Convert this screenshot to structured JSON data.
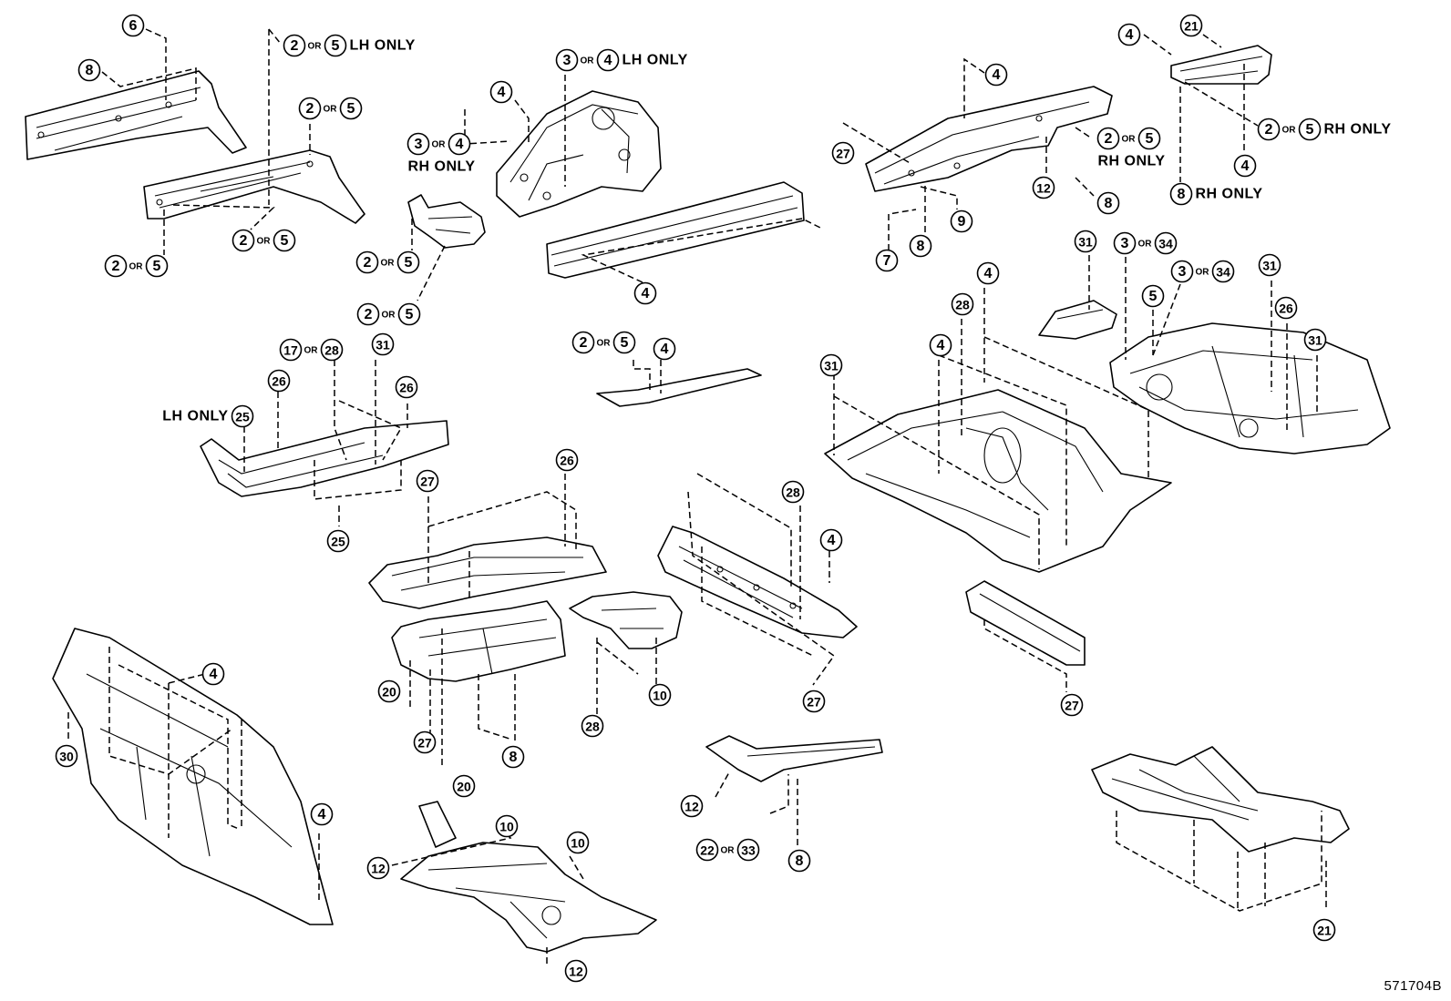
{
  "figure_code": "571704B",
  "or_word": "OR",
  "notes": {
    "lh_only": "LH ONLY",
    "rh_only": "RH ONLY"
  },
  "callouts": [
    {
      "id": "c1",
      "type": "single",
      "a": "6"
    },
    {
      "id": "c2",
      "type": "single",
      "a": "8"
    },
    {
      "id": "c3",
      "type": "or",
      "a": "2",
      "b": "5",
      "note": "LH ONLY"
    },
    {
      "id": "c4",
      "type": "or",
      "a": "2",
      "b": "5"
    },
    {
      "id": "c5",
      "type": "or",
      "a": "2",
      "b": "5"
    },
    {
      "id": "c6",
      "type": "or",
      "a": "2",
      "b": "5"
    },
    {
      "id": "c7",
      "type": "or",
      "a": "3",
      "b": "4",
      "note": "LH ONLY"
    },
    {
      "id": "c8",
      "type": "single",
      "a": "4"
    },
    {
      "id": "c9",
      "type": "or",
      "a": "3",
      "b": "4",
      "note": "RH ONLY"
    },
    {
      "id": "c10",
      "type": "or",
      "a": "2",
      "b": "5"
    },
    {
      "id": "c11",
      "type": "or",
      "a": "2",
      "b": "5"
    },
    {
      "id": "c12",
      "type": "single",
      "a": "4"
    },
    {
      "id": "c13",
      "type": "single",
      "a": "4"
    },
    {
      "id": "c14",
      "type": "single",
      "a": "27"
    },
    {
      "id": "c15",
      "type": "or",
      "a": "2",
      "b": "5",
      "note": "RH ONLY"
    },
    {
      "id": "c16",
      "type": "single",
      "a": "12"
    },
    {
      "id": "c17",
      "type": "single",
      "a": "8"
    },
    {
      "id": "c18",
      "type": "single",
      "a": "9"
    },
    {
      "id": "c19",
      "type": "single",
      "a": "8"
    },
    {
      "id": "c20",
      "type": "single",
      "a": "7"
    },
    {
      "id": "c21",
      "type": "single",
      "a": "4"
    },
    {
      "id": "c22",
      "type": "single",
      "a": "21"
    },
    {
      "id": "c23",
      "type": "or",
      "a": "2",
      "b": "5",
      "note": "RH ONLY"
    },
    {
      "id": "c24",
      "type": "single",
      "a": "4"
    },
    {
      "id": "c25",
      "type": "single",
      "a": "8",
      "note": "RH ONLY"
    },
    {
      "id": "c26",
      "type": "or",
      "a": "17",
      "b": "28"
    },
    {
      "id": "c27",
      "type": "single",
      "a": "31"
    },
    {
      "id": "c28",
      "type": "single",
      "a": "26"
    },
    {
      "id": "c29",
      "type": "single",
      "a": "26"
    },
    {
      "id": "c30",
      "type": "single",
      "a": "25",
      "prefix": "LH ONLY"
    },
    {
      "id": "c31",
      "type": "single",
      "a": "25"
    },
    {
      "id": "c32",
      "type": "or",
      "a": "2",
      "b": "5"
    },
    {
      "id": "c33",
      "type": "single",
      "a": "4"
    },
    {
      "id": "c34",
      "type": "single",
      "a": "31"
    },
    {
      "id": "c35",
      "type": "or",
      "a": "3",
      "b": "34"
    },
    {
      "id": "c36",
      "type": "or",
      "a": "3",
      "b": "34"
    },
    {
      "id": "c37",
      "type": "single",
      "a": "4"
    },
    {
      "id": "c38",
      "type": "single",
      "a": "28"
    },
    {
      "id": "c39",
      "type": "single",
      "a": "5"
    },
    {
      "id": "c40",
      "type": "single",
      "a": "31"
    },
    {
      "id": "c41",
      "type": "single",
      "a": "26"
    },
    {
      "id": "c42",
      "type": "single",
      "a": "31"
    },
    {
      "id": "c43",
      "type": "single",
      "a": "4"
    },
    {
      "id": "c44",
      "type": "single",
      "a": "31"
    },
    {
      "id": "c45",
      "type": "single",
      "a": "27"
    },
    {
      "id": "c46",
      "type": "single",
      "a": "26"
    },
    {
      "id": "c47",
      "type": "single",
      "a": "28"
    },
    {
      "id": "c48",
      "type": "single",
      "a": "4"
    },
    {
      "id": "c49",
      "type": "single",
      "a": "4"
    },
    {
      "id": "c50",
      "type": "single",
      "a": "30"
    },
    {
      "id": "c51",
      "type": "single",
      "a": "20"
    },
    {
      "id": "c52",
      "type": "single",
      "a": "27"
    },
    {
      "id": "c53",
      "type": "single",
      "a": "20"
    },
    {
      "id": "c54",
      "type": "single",
      "a": "8"
    },
    {
      "id": "c55",
      "type": "single",
      "a": "28"
    },
    {
      "id": "c56",
      "type": "single",
      "a": "10"
    },
    {
      "id": "c57",
      "type": "single",
      "a": "27"
    },
    {
      "id": "c58",
      "type": "single",
      "a": "27"
    },
    {
      "id": "c59",
      "type": "single",
      "a": "4"
    },
    {
      "id": "c60",
      "type": "single",
      "a": "10"
    },
    {
      "id": "c61",
      "type": "single",
      "a": "10"
    },
    {
      "id": "c62",
      "type": "single",
      "a": "12"
    },
    {
      "id": "c63",
      "type": "single",
      "a": "12"
    },
    {
      "id": "c64",
      "type": "single",
      "a": "12"
    },
    {
      "id": "c65",
      "type": "or",
      "a": "22",
      "b": "33"
    },
    {
      "id": "c66",
      "type": "single",
      "a": "8"
    },
    {
      "id": "c67",
      "type": "single",
      "a": "21"
    }
  ]
}
